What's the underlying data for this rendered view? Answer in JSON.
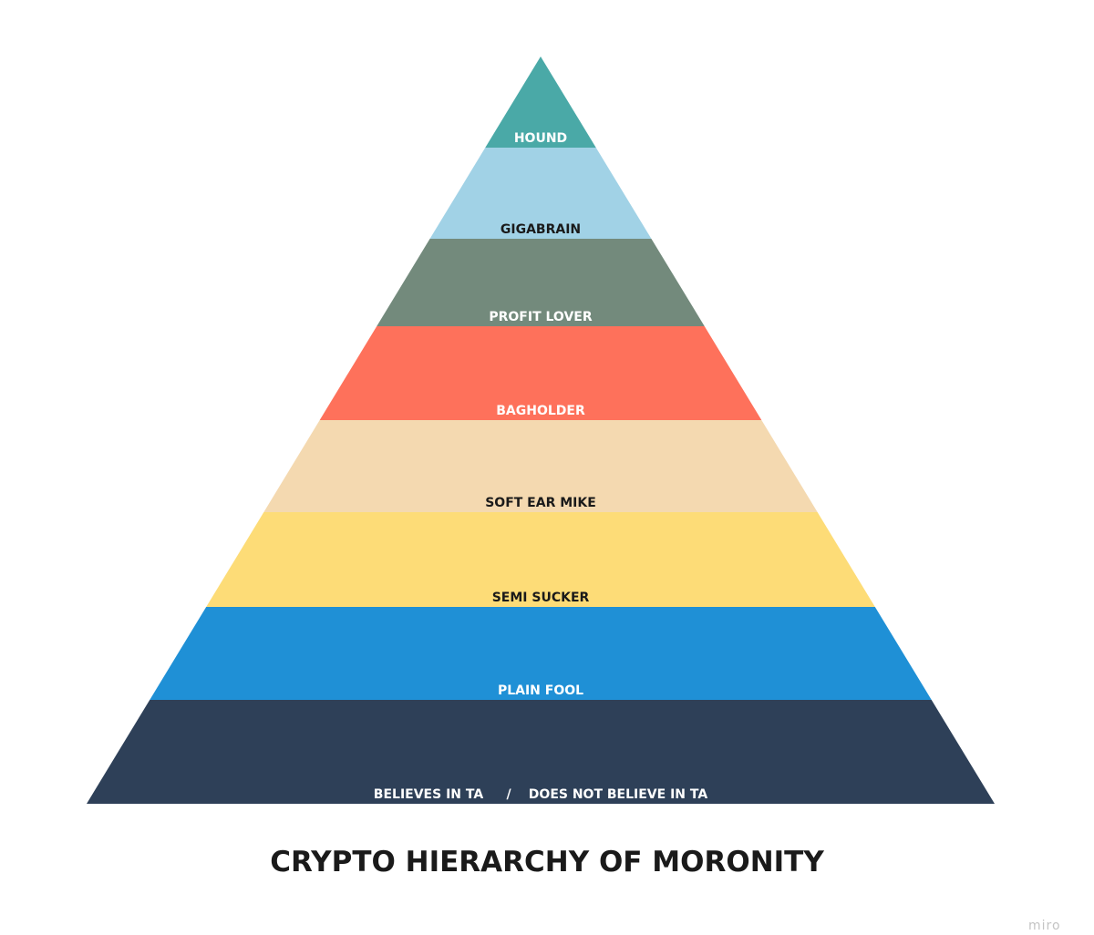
{
  "diagram": {
    "title": "CRYPTO HIERARCHY OF MORONITY",
    "tiers": [
      {
        "label": "HOUND",
        "color": "#4aa9a7",
        "text_color": "#ffffff"
      },
      {
        "label": "GIGABRAIN",
        "color": "#a1d2e6",
        "text_color": "#1a1a1a"
      },
      {
        "label": "PROFIT LOVER",
        "color": "#738a7c",
        "text_color": "#ffffff"
      },
      {
        "label": "BAGHOLDER",
        "color": "#fe715b",
        "text_color": "#ffffff"
      },
      {
        "label": "SOFT EAR MIKE",
        "color": "#f4d9b0",
        "text_color": "#1a1a1a"
      },
      {
        "label": "SEMI SUCKER",
        "color": "#fddc77",
        "text_color": "#1a1a1a"
      },
      {
        "label": "PLAIN FOOL",
        "color": "#1f90d6",
        "text_color": "#ffffff"
      }
    ],
    "base": {
      "color": "#2e4058",
      "text_color": "#ffffff",
      "left_label": "BELIEVES IN TA",
      "separator": "/",
      "right_label": "DOES NOT BELIEVE IN TA"
    }
  },
  "watermark": "miro"
}
